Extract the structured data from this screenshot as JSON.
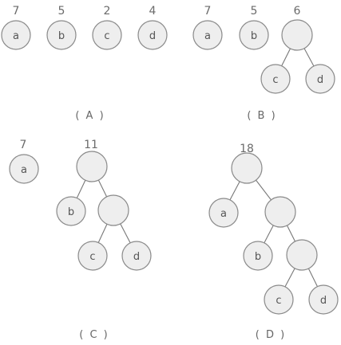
{
  "panels": [
    {
      "id": "A",
      "label": "( A )",
      "weights": [
        "7",
        "5",
        "2",
        "4"
      ],
      "leaves": [
        "a",
        "b",
        "c",
        "d"
      ]
    },
    {
      "id": "B",
      "label": "( B )",
      "weights": [
        "7",
        "5",
        "6"
      ],
      "leaves": [
        "a",
        "b",
        "c",
        "d"
      ]
    },
    {
      "id": "C",
      "label": "( C )",
      "weights": [
        "7",
        "11"
      ],
      "leaves": [
        "a",
        "b",
        "c",
        "d"
      ]
    },
    {
      "id": "D",
      "label": "( D )",
      "weights": [
        "18"
      ],
      "leaves": [
        "a",
        "b",
        "c",
        "d"
      ]
    }
  ]
}
